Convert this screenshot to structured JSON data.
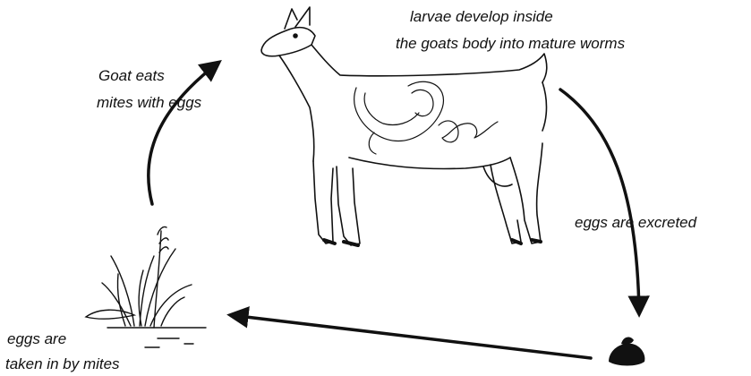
{
  "labels": {
    "larvae_line1": "larvae develop inside",
    "larvae_line2": "the goats body into mature worms",
    "goat_eats_line1": "Goat eats",
    "goat_eats_line2": "mites with eggs",
    "excreted": "eggs are excreted",
    "taken_line1": "eggs are",
    "taken_line2": "taken in by mites"
  },
  "colors": {
    "ink": "#111111",
    "background": "#ffffff"
  }
}
